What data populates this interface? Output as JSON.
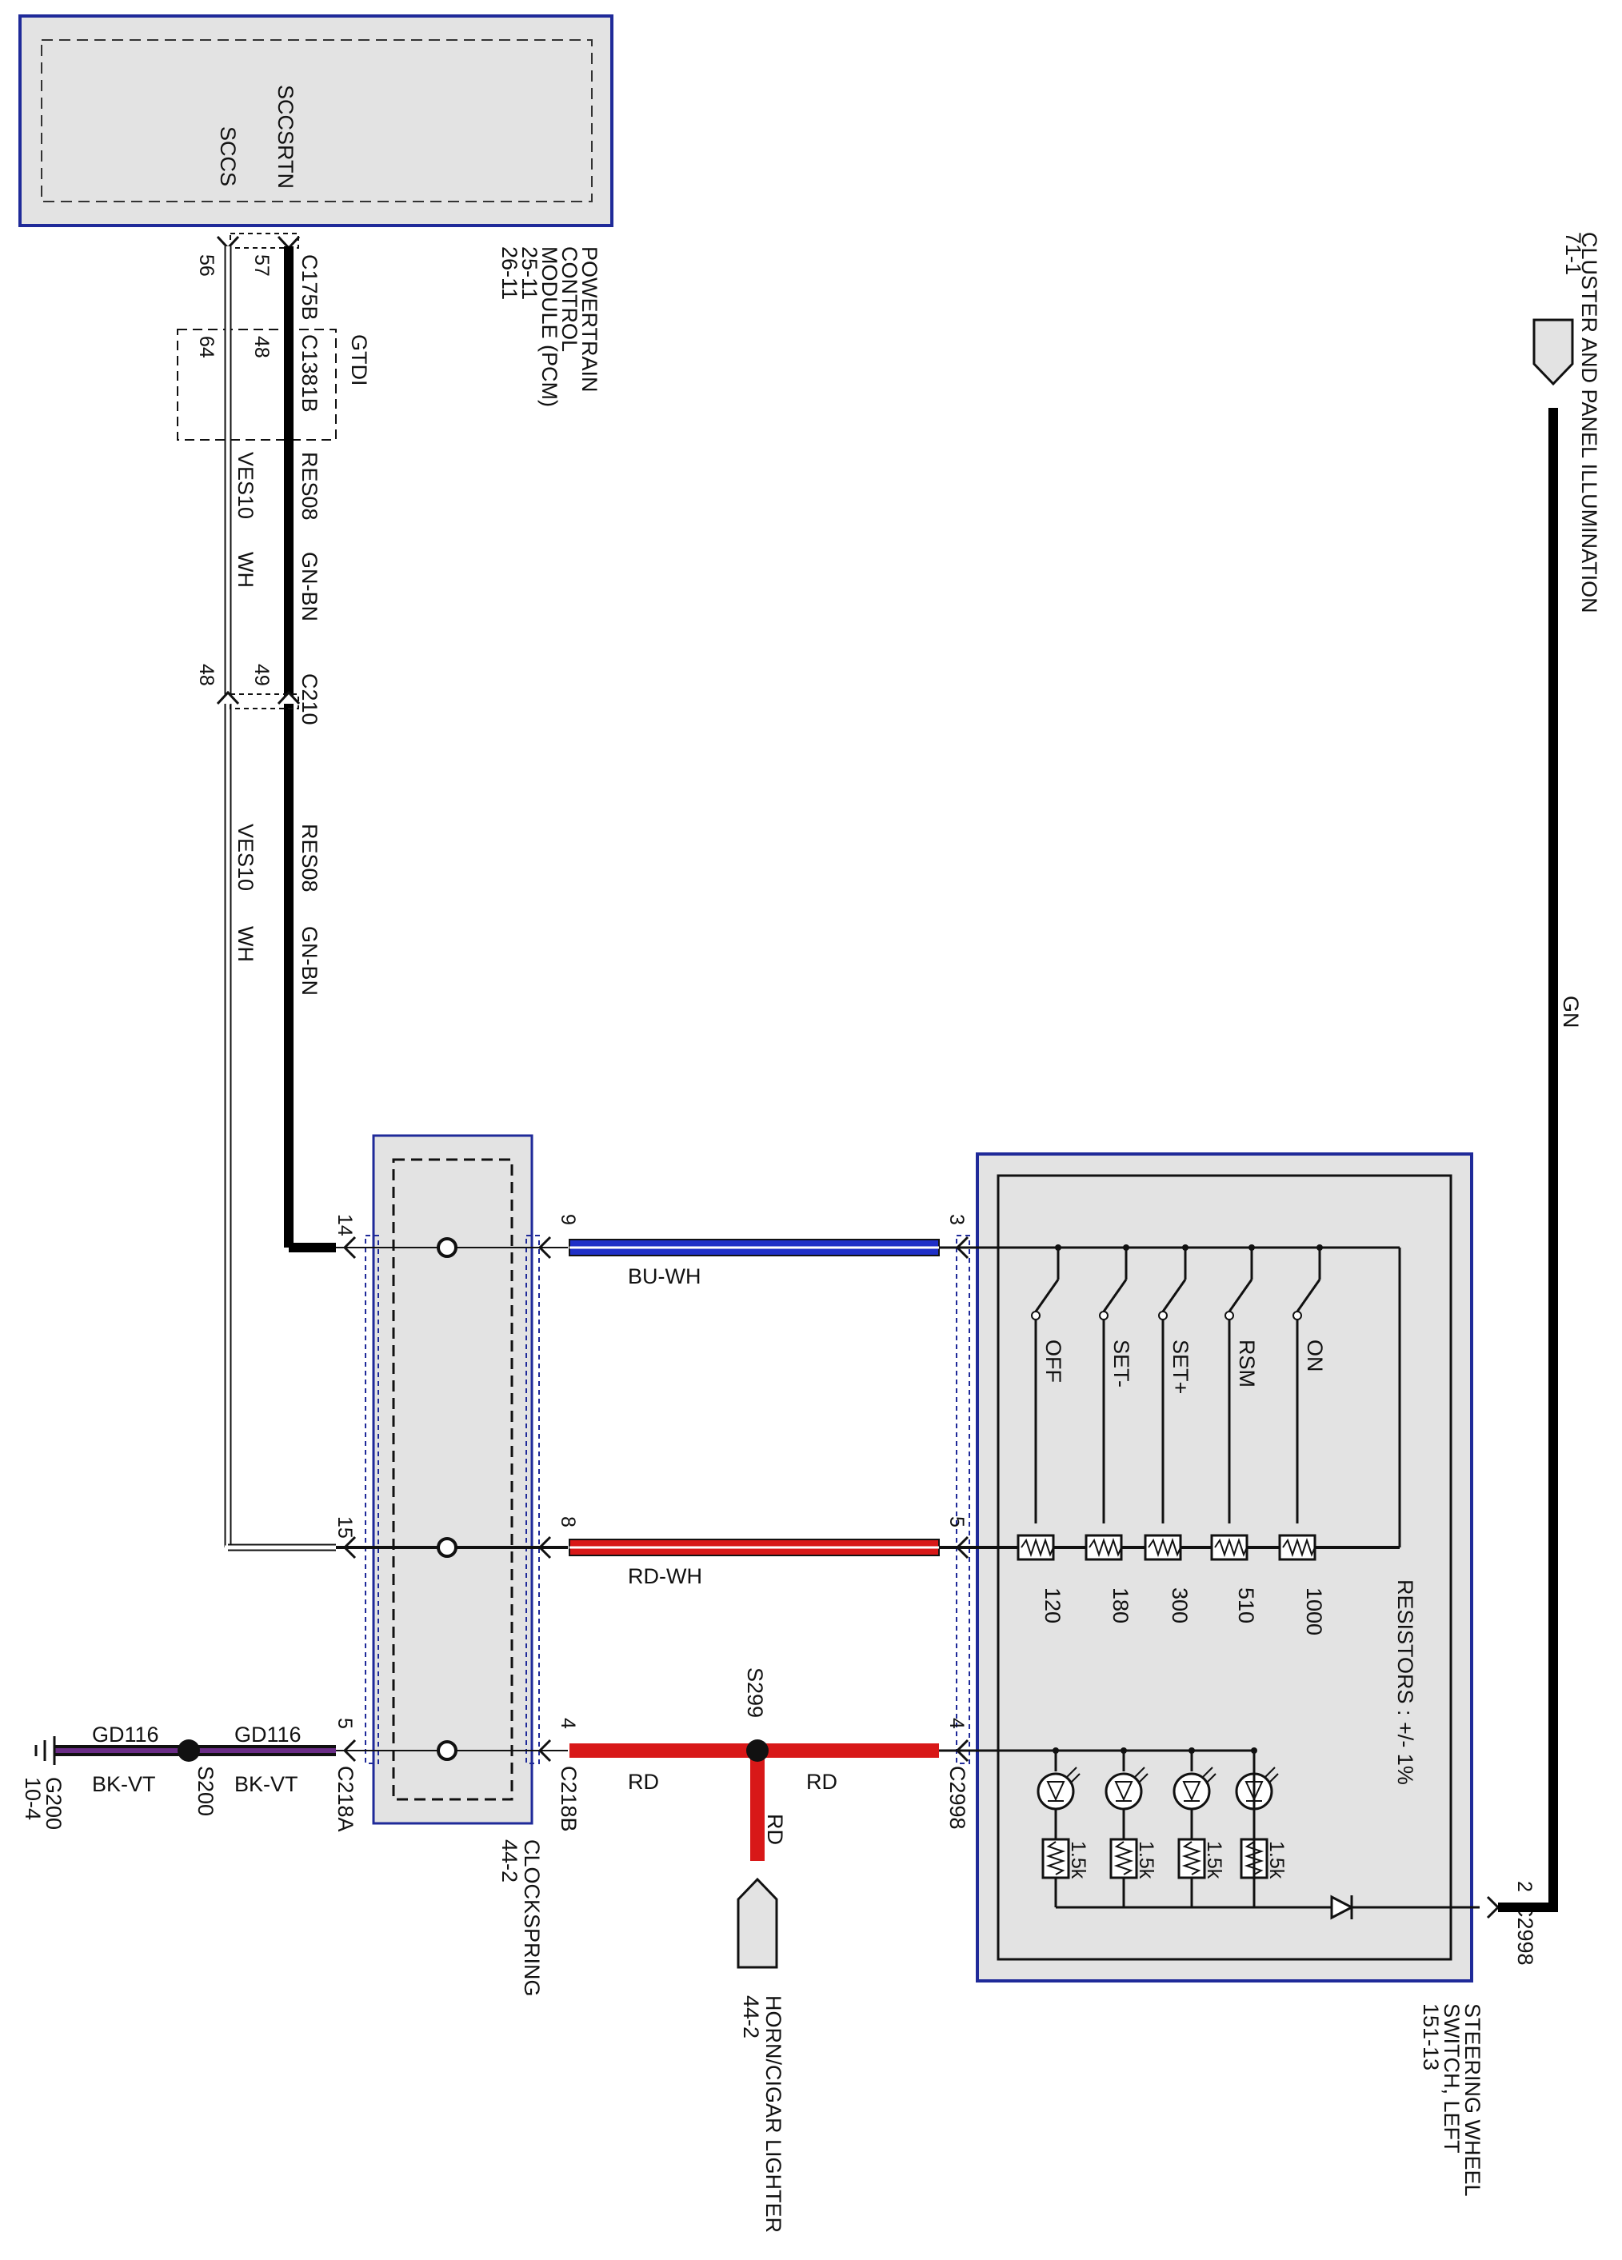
{
  "pcm": {
    "title_lines": [
      "POWERTRAIN",
      "CONTROL",
      "MODULE (PCM)",
      "25-11",
      "26-11"
    ],
    "pin_scc": "SCCS",
    "pin_sccrtn": "SCCSRTN",
    "connector": "C175B",
    "pin_56": "56",
    "pin_57": "57"
  },
  "gtdi": {
    "label": "GTDI",
    "connector": "C1381B",
    "pin_48": "48",
    "pin_64": "64"
  },
  "wires": {
    "upper_left_circuit": "VES10",
    "upper_left_color": "WH",
    "upper_right_circuit": "RES08",
    "upper_right_color": "GN-BN",
    "lower_left_circuit": "VES10",
    "lower_left_color": "WH",
    "lower_right_circuit": "RES08",
    "lower_right_color": "GN-BN",
    "bu_wh": "BU-WH",
    "rd_wh": "RD-WH",
    "rd_left": "RD",
    "rd_right": "RD",
    "rd_branch": "RD",
    "gn": "GN",
    "gd116_left": "GD116",
    "gd116_right": "GD116",
    "bkvt_left": "BK-VT",
    "bkvt_right": "BK-VT"
  },
  "c210": {
    "connector": "C210",
    "pin_48": "48",
    "pin_49": "49"
  },
  "clockspring": {
    "title": "CLOCKSPRING",
    "page": "44-2",
    "pin_14": "14",
    "pin_15": "15",
    "pin_5": "5",
    "pin_9": "9",
    "pin_8": "8",
    "pin_4": "4",
    "conn_a": "C218A",
    "conn_b": "C218B"
  },
  "switch": {
    "title_lines": [
      "STEERING WHEEL",
      "SWITCH, LEFT",
      "151-13"
    ],
    "pin_3": "3",
    "pin_5": "5",
    "pin_4": "4",
    "pin_2": "2",
    "connector_a": "C2998",
    "connector_b": "C2998",
    "buttons": [
      "OFF",
      "SET-",
      "SET+",
      "RSM",
      "ON"
    ],
    "resistor_values": [
      "120",
      "180",
      "300",
      "510",
      "1000"
    ],
    "resistors_note": "RESISTORS : +/- 1%",
    "led_resistors": [
      "1.5k",
      "1.5k",
      "1.5k",
      "1.5k"
    ]
  },
  "cluster": {
    "title": "CLUSTER AND PANEL ILLUMINATION",
    "page": "71-1"
  },
  "splices": {
    "s299": "S299",
    "s200": "S200"
  },
  "ground": {
    "name": "G200",
    "page": "10-4"
  },
  "horn": {
    "title": "HORN/CIGAR LIGHTER",
    "page": "44-2"
  },
  "colors": {
    "module_border": "#1f2a99",
    "module_fill": "#e3e3e3",
    "wire_black": "#000000",
    "wire_red": "#d81818",
    "wire_blue": "#1f2fc7",
    "wire_violet": "#6a2c86"
  }
}
